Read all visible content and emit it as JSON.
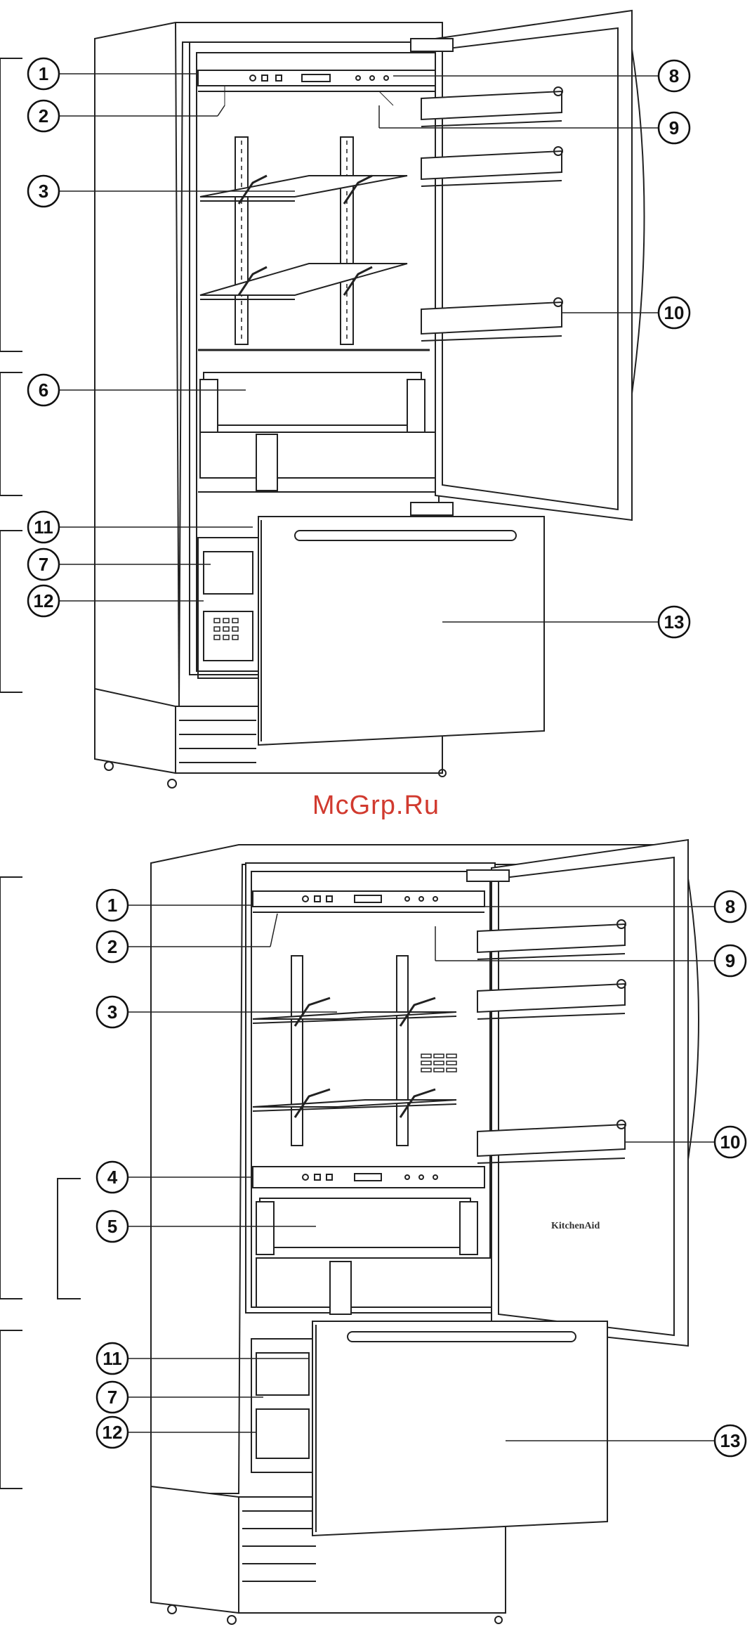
{
  "watermark": "McGrp.Ru",
  "brand_label": "KitchenAid",
  "figures": [
    {
      "name": "figure-top",
      "callouts_left": [
        "1",
        "2",
        "3",
        "6",
        "11",
        "7",
        "12"
      ],
      "callouts_right": [
        "8",
        "9",
        "10",
        "13"
      ]
    },
    {
      "name": "figure-bottom",
      "callouts_left": [
        "1",
        "2",
        "3",
        "4",
        "5",
        "11",
        "7",
        "12"
      ],
      "callouts_right": [
        "8",
        "9",
        "10",
        "13"
      ]
    }
  ]
}
